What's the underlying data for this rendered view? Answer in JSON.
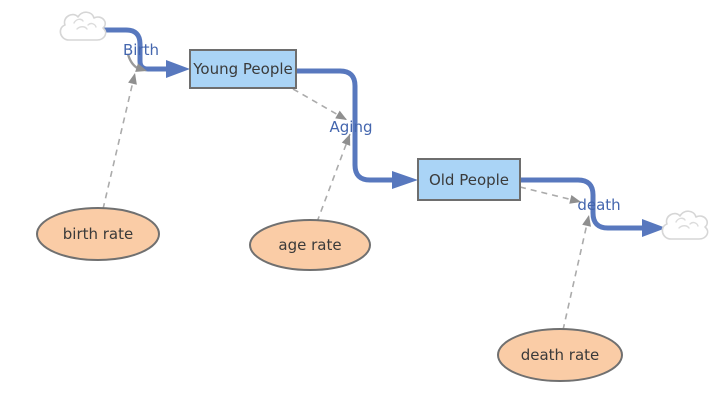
{
  "diagram": {
    "stocks": [
      {
        "label": "Young People"
      },
      {
        "label": "Old People"
      }
    ],
    "flows": [
      {
        "label": "Birth"
      },
      {
        "label": "Aging"
      },
      {
        "label": "death"
      }
    ],
    "auxiliaries": [
      {
        "label": "birth rate"
      },
      {
        "label": "age rate"
      },
      {
        "label": "death rate"
      }
    ],
    "icons": [
      {
        "name": "cloud-source-icon"
      },
      {
        "name": "cloud-sink-icon"
      }
    ],
    "colors": {
      "flow_pipe": "#5878BE",
      "stock_fill": "#AAD4F6",
      "stock_border": "#6E6E6E",
      "aux_fill": "#FACCA6",
      "aux_border": "#707070",
      "flow_label_text": "#4466AE",
      "connector_gray": "#ABABAB",
      "cloud_outline": "#D6D6D6",
      "node_text": "#3A3A3A",
      "background": "#FFFFFF"
    }
  }
}
